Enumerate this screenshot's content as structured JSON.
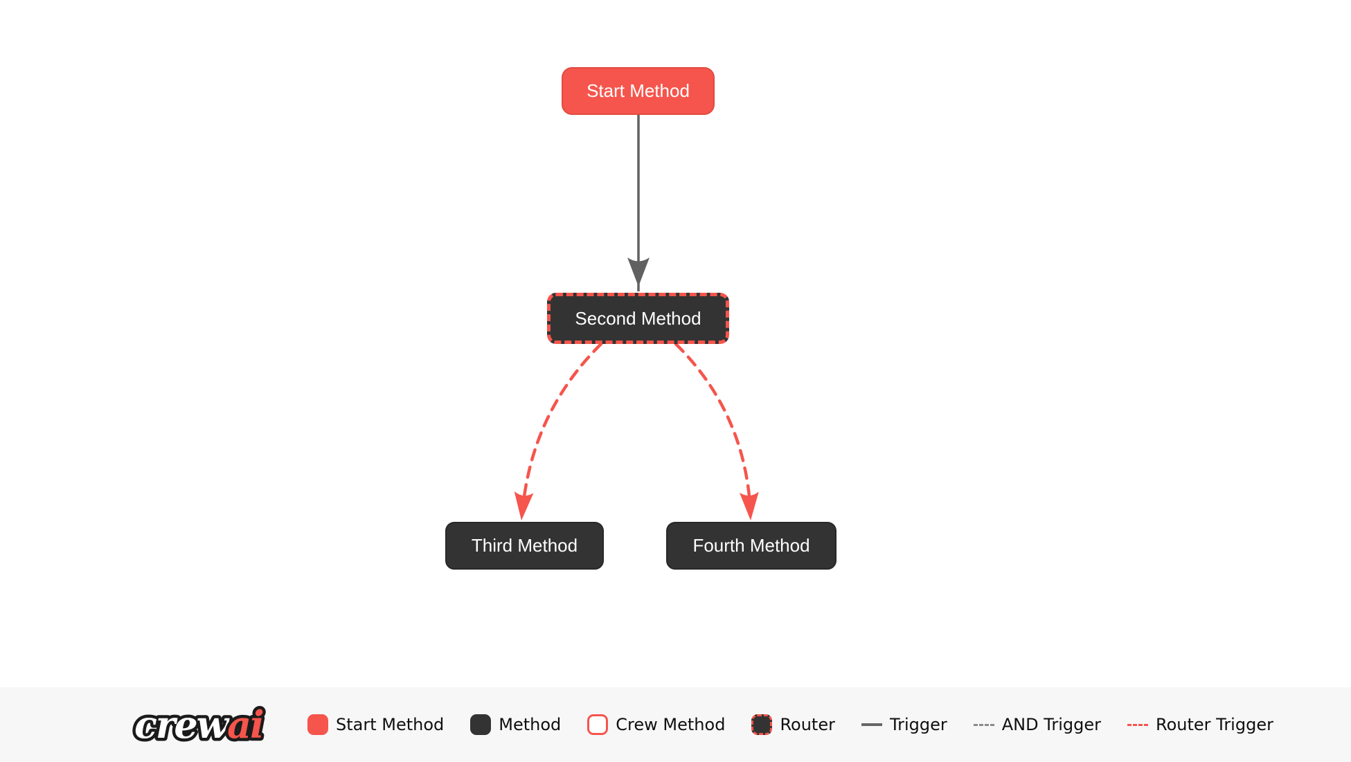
{
  "colors": {
    "accent_red": "#F5554C",
    "accent_red_border": "#E14B41",
    "node_dark": "#333333",
    "edge_gray": "#616161",
    "legend_background": "#F7F7F8",
    "canvas_background": "#ffffff"
  },
  "diagram": {
    "nodes": [
      {
        "id": "start_method",
        "label": "Start Method",
        "type": "start"
      },
      {
        "id": "second_method",
        "label": "Second Method",
        "type": "router"
      },
      {
        "id": "third_method",
        "label": "Third Method",
        "type": "method"
      },
      {
        "id": "fourth_method",
        "label": "Fourth Method",
        "type": "method"
      }
    ],
    "edges": [
      {
        "from": "start_method",
        "to": "second_method",
        "type": "trigger"
      },
      {
        "from": "second_method",
        "to": "third_method",
        "type": "router_trigger"
      },
      {
        "from": "second_method",
        "to": "fourth_method",
        "type": "router_trigger"
      }
    ]
  },
  "legend": {
    "logo": {
      "crew": "crew",
      "ai": "ai"
    },
    "items": [
      {
        "label": "Start Method",
        "swatch": "start-method-swatch"
      },
      {
        "label": "Method",
        "swatch": "method-swatch"
      },
      {
        "label": "Crew Method",
        "swatch": "crew-method-swatch"
      },
      {
        "label": "Router",
        "swatch": "router-swatch"
      },
      {
        "label": "Trigger",
        "swatch": "trigger-line"
      },
      {
        "label": "AND Trigger",
        "swatch": "and-trigger-line"
      },
      {
        "label": "Router Trigger",
        "swatch": "router-trigger-line"
      }
    ]
  }
}
